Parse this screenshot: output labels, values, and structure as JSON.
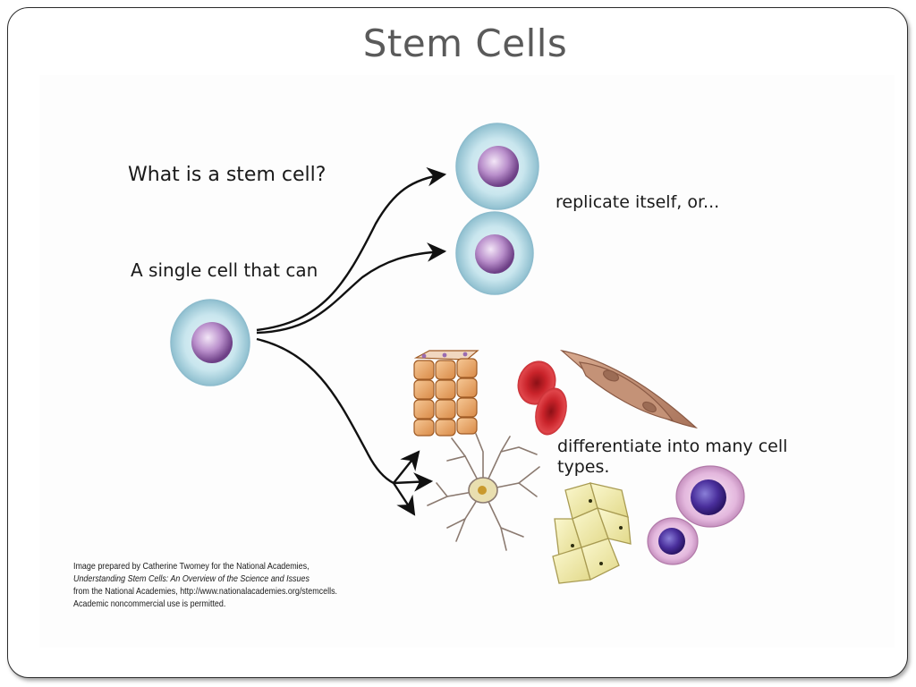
{
  "slide": {
    "title": "Stem Cells"
  },
  "diagram": {
    "question": "What is a stem cell?",
    "intro": "A single cell that can",
    "replicate_label": "replicate itself, or...",
    "differentiate_label": "differentiate into many cell types.",
    "credit": {
      "line1": "Image prepared by Catherine Twomey for the National Academies,",
      "line2": "Understanding Stem Cells: An Overview of the Science and Issues",
      "line3": "from the National Academies, http://www.nationalacademies.org/stemcells.",
      "line4": "Academic noncommercial use is permitted."
    }
  },
  "colors": {
    "cell_outer": "#bfe0ea",
    "cell_nucleus": "#b78fc8",
    "red_blood_cell": "#c8242a",
    "epithelial": "#e6a56a",
    "fat_cell": "#efeaa4",
    "white_blood_cell": "#d9a9d5"
  }
}
